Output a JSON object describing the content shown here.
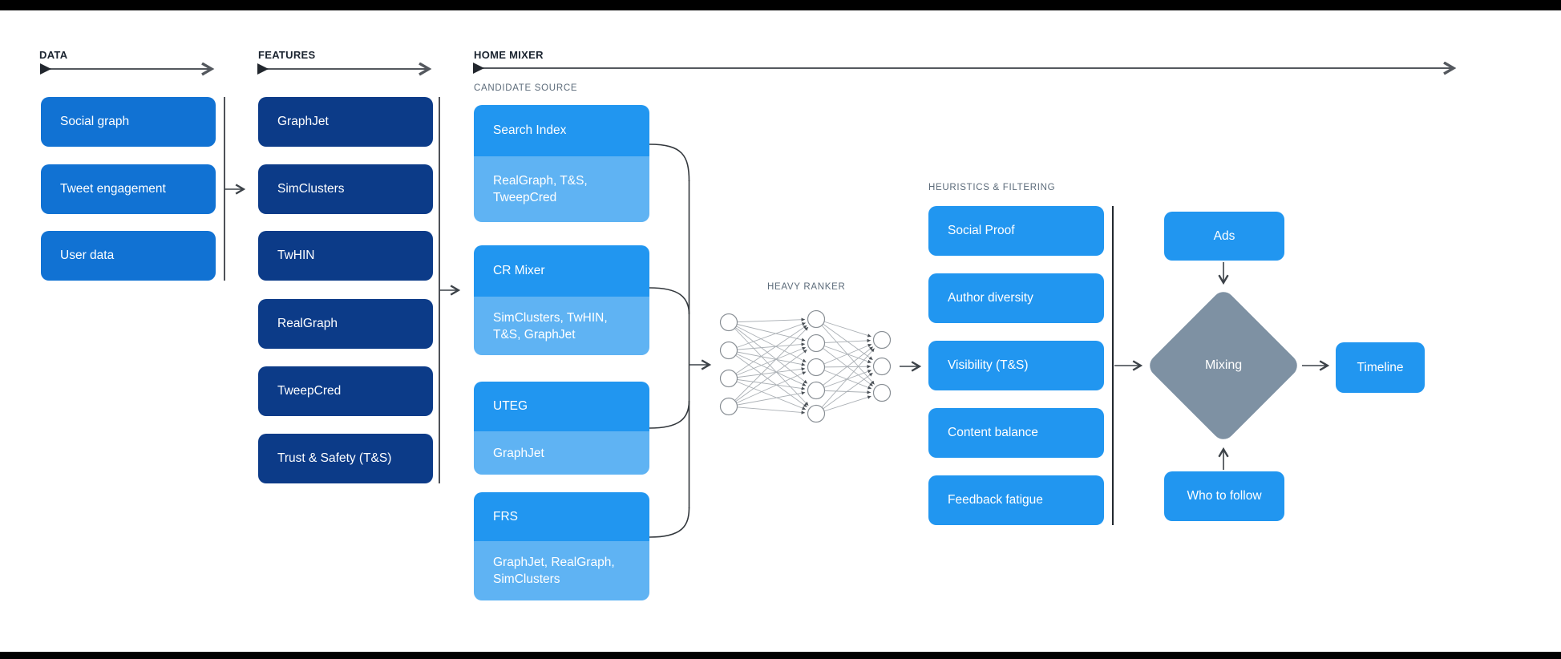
{
  "sections": {
    "data": {
      "label": "DATA",
      "items": [
        "Social graph",
        "Tweet engagement",
        "User data"
      ]
    },
    "features": {
      "label": "FEATURES",
      "items": [
        "GraphJet",
        "SimClusters",
        "TwHIN",
        "RealGraph",
        "TweepCred",
        "Trust & Safety (T&S)"
      ]
    },
    "home_mixer": {
      "label": "HOME MIXER",
      "candidate_source": {
        "label": "CANDIDATE SOURCE",
        "items": [
          {
            "name": "Search Index",
            "features_used": "RealGraph, T&S, TweepCred"
          },
          {
            "name": "CR Mixer",
            "features_used": "SimClusters, TwHIN, T&S, GraphJet"
          },
          {
            "name": "UTEG",
            "features_used": "GraphJet"
          },
          {
            "name": "FRS",
            "features_used": "GraphJet, RealGraph, SimClusters"
          }
        ]
      },
      "heavy_ranker": {
        "label": "HEAVY RANKER"
      },
      "heuristics_filtering": {
        "label": "HEURISTICS & FILTERING",
        "items": [
          "Social Proof",
          "Author diversity",
          "Visibility (T&S)",
          "Content balance",
          "Feedback fatigue"
        ]
      },
      "mixing": {
        "label": "Mixing"
      },
      "ads": {
        "label": "Ads"
      },
      "who_to_follow": {
        "label": "Who to follow"
      },
      "timeline": {
        "label": "Timeline"
      }
    }
  },
  "colors": {
    "data_box": "#1172d3",
    "features_box": "#0c3b88",
    "candidate_primary": "#2196f0",
    "candidate_secondary": "#5fb3f3",
    "filter_box": "#2196f0",
    "mixing_diamond": "#7e91a3",
    "section_label": "#1b2430",
    "sub_label": "#5c6b7a",
    "arrow": "#3c4248",
    "box_text": "#ffffff"
  }
}
